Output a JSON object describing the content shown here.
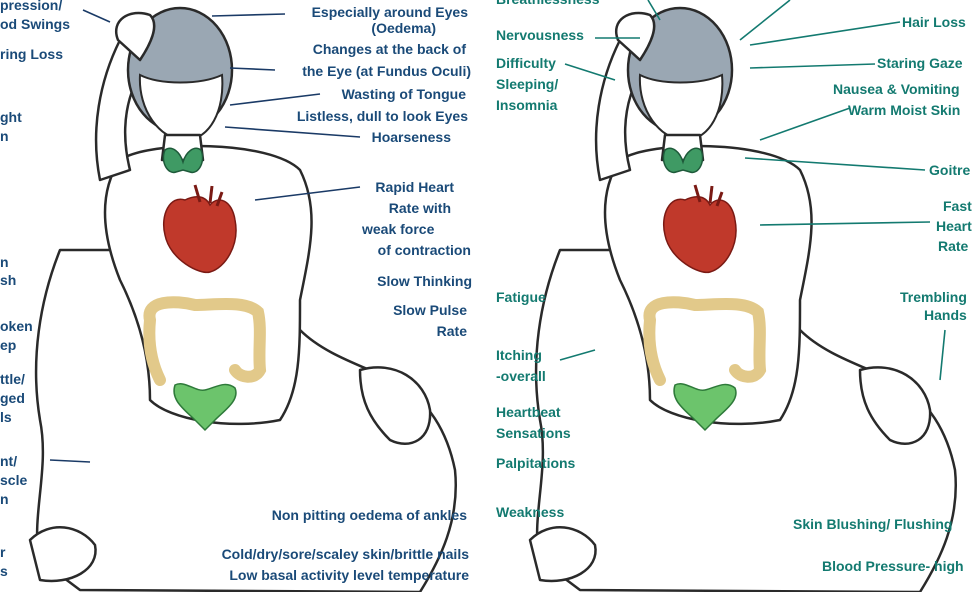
{
  "left_panel": {
    "cut_labels": {
      "depression": "pression/",
      "mood_swings": "od Swings",
      "hearing_loss": "ring Loss",
      "weight": "ght",
      "weight_2": "n",
      "skin": "n",
      "skin_2": "sh",
      "broken_sleep": "oken",
      "broken_sleep_2": "ep",
      "brittle": "ttle/",
      "brittle_2": "ged",
      "brittle_3": "ls",
      "muscle": "nt/",
      "muscle_2": "scle",
      "muscle_3": "n",
      "bottom_1": "r",
      "bottom_2": "s"
    },
    "symptoms": {
      "eyes": "Especially around Eyes",
      "oedema": "(Oedema)",
      "fundus_1": "Changes at the back of",
      "fundus_2": "the Eye (at Fundus Oculi)",
      "tongue": "Wasting of Tongue",
      "listless": "Listless, dull to look Eyes",
      "hoarseness": "Hoarseness",
      "heart_1": "Rapid Heart",
      "heart_2": "Rate with",
      "heart_3": "weak force",
      "heart_4": "of contraction",
      "slow_thinking": "Slow Thinking",
      "slow_pulse_1": "Slow Pulse",
      "slow_pulse_2": "Rate",
      "ankles": "Non pitting oedema of ankles",
      "skin": "Cold/dry/sore/scaley skin/brittle nails",
      "basal": "Low basal activity level temperature"
    }
  },
  "right_panel": {
    "symptoms": {
      "breathlessness": "Breathlessness",
      "nervousness": "Nervousness",
      "sleep_1": "Difficulty",
      "sleep_2": "Sleeping/",
      "sleep_3": "Insomnia",
      "fatigue": "Fatigue",
      "itching_1": "Itching",
      "itching_2": "-overall",
      "heartbeat_1": "Heartbeat",
      "heartbeat_2": "Sensations",
      "palpitations": "Palpitations",
      "weakness": "Weakness",
      "hair_loss": "Hair Loss",
      "staring": "Staring Gaze",
      "nausea": "Nausea & Vomiting",
      "warm_skin": "Warm Moist Skin",
      "goitre": "Goitre",
      "fast_heart_1": "Fast",
      "fast_heart_2": "Heart",
      "fast_heart_3": "Rate",
      "trembling_1": "Trembling",
      "trembling_2": "Hands",
      "blushing": "Skin Blushing/ Flushing",
      "blood_pressure": "Blood Pressure- high"
    }
  },
  "colors": {
    "label_navy": "#1a4a78",
    "label_teal": "#137a70",
    "head_gray": "#9aa7b3",
    "thyroid_green": "#3f9a64",
    "heart_red": "#c0392b",
    "intestine_tan": "#e2c98a",
    "pelvic_green": "#6cc46c"
  }
}
